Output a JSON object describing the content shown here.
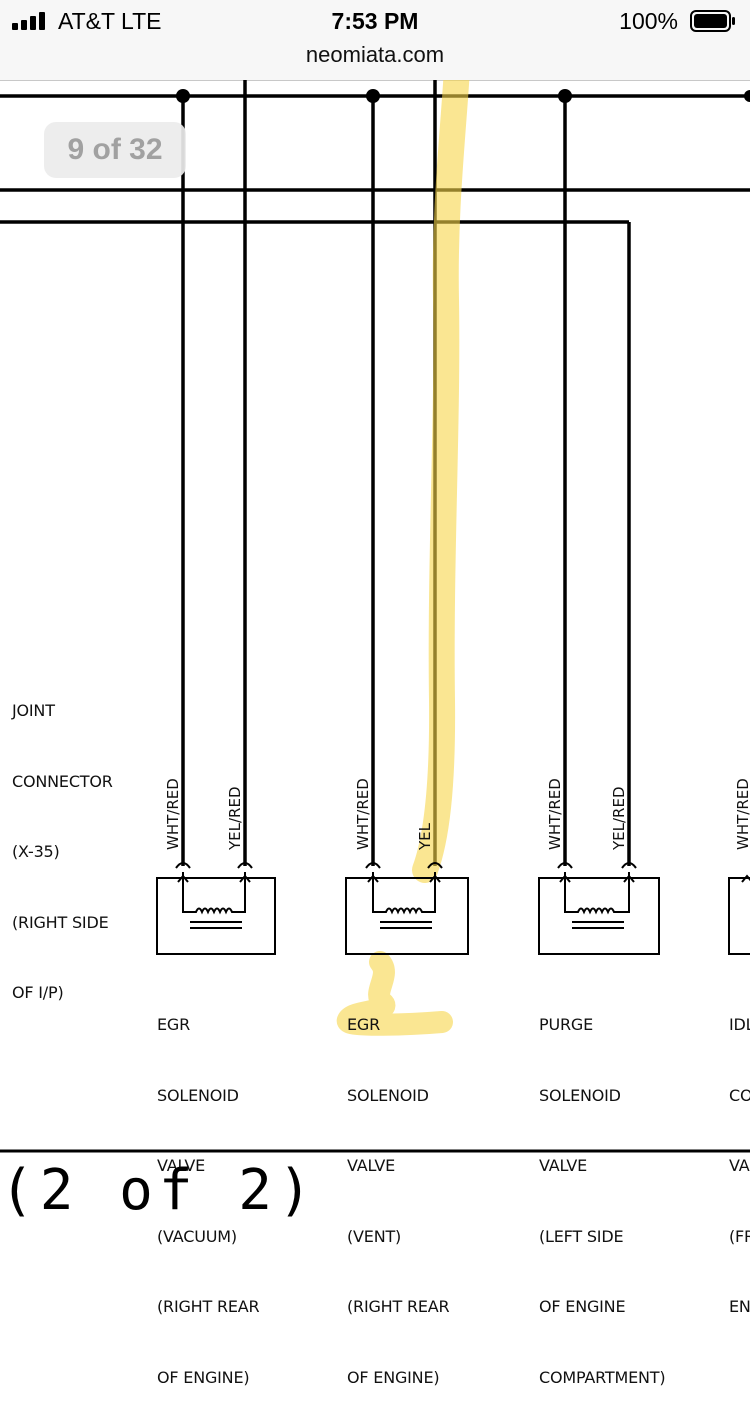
{
  "status_bar": {
    "carrier": "AT&T   LTE",
    "time": "7:53 PM",
    "battery": "100%"
  },
  "browser": {
    "url": "neomiata.com",
    "page_indicator": "9 of 32"
  },
  "diagram": {
    "joint_connector": [
      "JOINT",
      "CONNECTOR",
      "(X-35)",
      "(RIGHT SIDE",
      "OF I/P)"
    ],
    "wire_labels": [
      "WHT/RED",
      "YEL/RED",
      "WHT/RED",
      "YEL",
      "WHT/RED",
      "YEL/RED",
      "WHT/RED"
    ],
    "components": [
      {
        "lines": [
          "EGR",
          "SOLENOID",
          "VALVE",
          "(VACUUM)",
          "(RIGHT REAR",
          "OF ENGINE)"
        ]
      },
      {
        "lines": [
          "EGR",
          "SOLENOID",
          "VALVE",
          "(VENT)",
          "(RIGHT REAR",
          "OF ENGINE)"
        ]
      },
      {
        "lines": [
          "PURGE",
          "SOLENOID",
          "VALVE",
          "(LEFT SIDE",
          "OF ENGINE",
          "COMPARTMENT)"
        ]
      },
      {
        "lines": [
          "IDL",
          "CO",
          "VA",
          "(FR",
          "EN"
        ]
      }
    ],
    "highlight_color": "#f7d54a",
    "footer": "(2 of 2)"
  }
}
